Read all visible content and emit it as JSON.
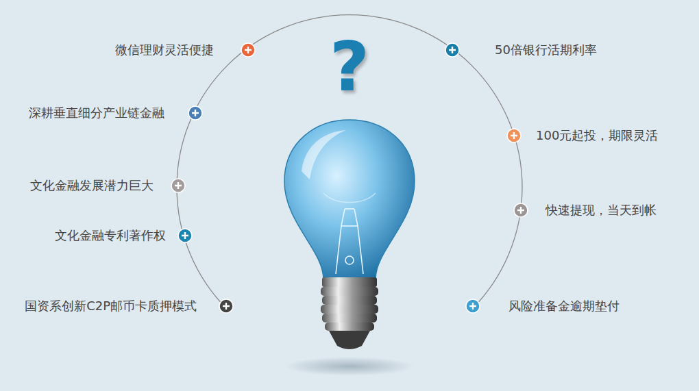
{
  "diagram": {
    "labels": [
      "?",
      "微信理财灵活便捷",
      "50倍银行活期利率",
      "深耕垂直细分产业链金融",
      "100元起投，期限灵活",
      "文化金融发展潜力巨大",
      "快速提现，当天到帐",
      "文化金融专利著作权",
      "国资系创新C2P邮币卡质押模式",
      "风险准备金逾期垫付"
    ]
  }
}
